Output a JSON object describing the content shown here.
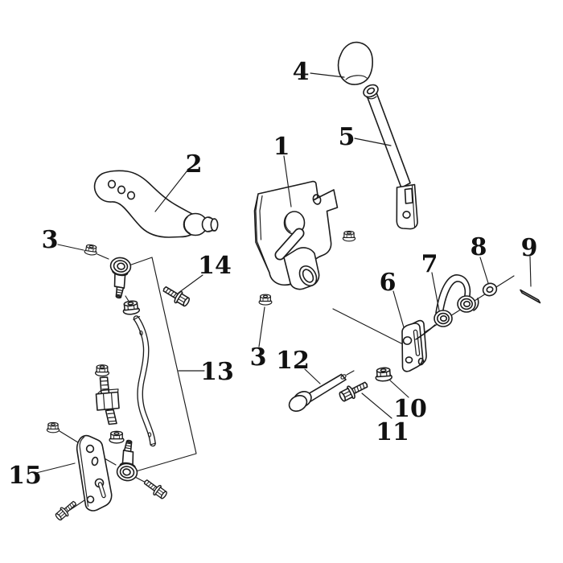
{
  "diagram": {
    "type": "exploded-parts-diagram",
    "colors": {
      "background": "#ffffff",
      "line": "#1c1c1c",
      "label": "#111111"
    },
    "callouts": [
      {
        "label": "1"
      },
      {
        "label": "2"
      },
      {
        "label": "3"
      },
      {
        "label": "3"
      },
      {
        "label": "4"
      },
      {
        "label": "5"
      },
      {
        "label": "6"
      },
      {
        "label": "7"
      },
      {
        "label": "8"
      },
      {
        "label": "9"
      },
      {
        "label": "10"
      },
      {
        "label": "11"
      },
      {
        "label": "12"
      },
      {
        "label": "13"
      },
      {
        "label": "14"
      },
      {
        "label": "15"
      }
    ]
  }
}
